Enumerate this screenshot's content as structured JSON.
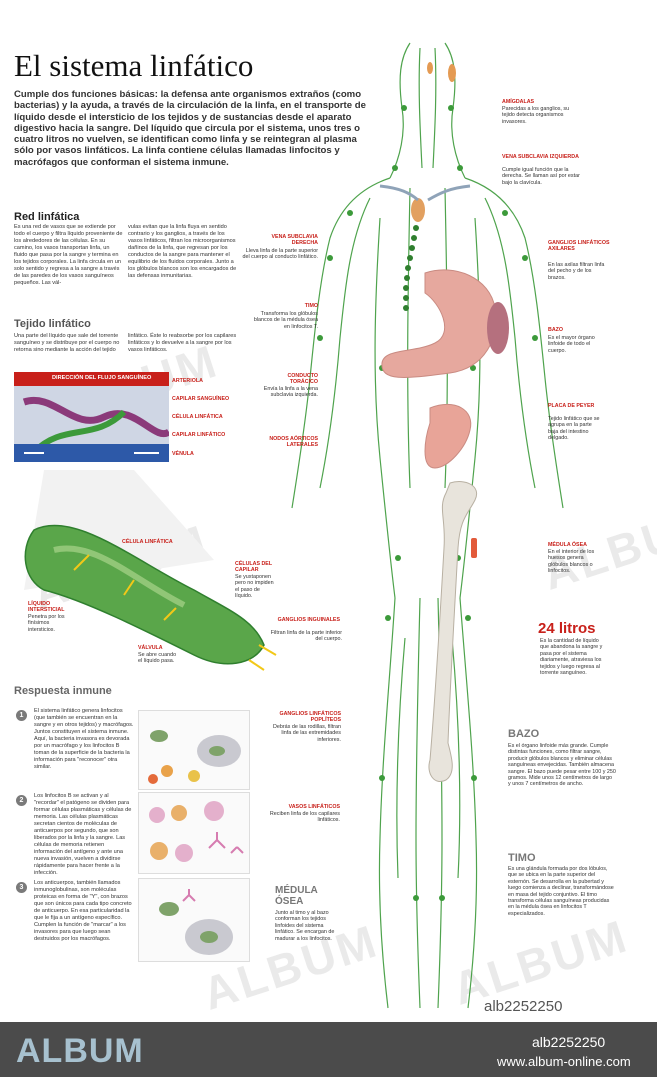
{
  "title": "El sistema linfático",
  "intro": "Cumple dos funciones básicas: la defensa ante organismos extraños (como bacterias) y la ayuda, a través de la circulación de la linfa, en el transporte de líquido desde el intersticio de los tejidos y de sustancias desde el aparato digestivo hacia la sangre. Del líquido que circula por el sistema, unos tres o cuatro litros no vuelven, se identifican como linfa y se reintegran al plasma sólo por vasos linfáticos. La linfa contiene células llamadas linfocitos y macrófagos que conforman el sistema inmune.",
  "red": {
    "heading": "Red linfática",
    "col1": "Es una red de vasos que se extiende por todo el cuerpo y filtra líquido proveniente de los alrededores de las células. En su camino, los vasos transportan linfa, un fluido que pasa por la sangre y termina en los tejidos corporales. La linfa circula en un solo sentido y regresa a la sangre a través de las paredes de los vasos sanguíneos pequeños. Las vál-",
    "col2": "vulas evitan que la linfa fluya en sentido contrario y los ganglios, a través de los vasos linfáticos, filtran los microorganismos dañinos de la linfa, que regresan por los conductos de la sangre para mantener el equilibrio de los fluidos corporales. Junto a los glóbulos blancos son los encargados de las defensas inmunitarias."
  },
  "tejido": {
    "heading": "Tejido linfático",
    "col1": "Una parte del líquido que sale del torrente sanguíneo y se distribuye por el cuerpo no retorna sino mediante la acción del tejido",
    "col2": "linfático. Éste lo reabsorbe por los capilares linfáticos y lo devuelve a la sangre por los vasos linfáticos."
  },
  "flow": {
    "banner": "DIRECCIÓN DEL FLUJO SANGUÍNEO",
    "arteriola": "ARTERIOLA",
    "capilar_sanguineo": "CAPILAR SANGUÍNEO",
    "celula_linfatica": "CÉLULA LINFÁTICA",
    "capilar_linfatico": "CAPILAR LINFÁTICO",
    "venula": "VÉNULA"
  },
  "tissue": {
    "celula_linfatica": "CÉLULA LINFÁTICA",
    "celulas_capilar_label": "CÉLULAS DEL CAPILAR",
    "celulas_capilar_desc": "Se yuxtaponen pero no impiden el paso de líquido.",
    "liquido_label": "LÍQUIDO INTERSTICIAL",
    "liquido_desc": "Penetra por los finísimos intersticios.",
    "valvula_label": "VÁLVULA",
    "valvula_desc": "Se abre cuando el líquido pasa."
  },
  "respuesta": {
    "heading": "Respuesta inmune",
    "steps": [
      {
        "n": "1",
        "text": "El sistema linfático genera linfocitos (que también se encuentran en la sangre y en otros tejidos) y macrófagos. Juntos constituyen el sistema inmune. Aquí, la bacteria invasora es devorada por un macrófago y los linfocitos B toman de la superficie de la bacteria la información para \"reconocer\" otra similar."
      },
      {
        "n": "2",
        "text": "Los linfocitos B se activan y al \"recordar\" el patógeno se dividen para formar células plasmáticas y células de memoria. Las células plasmáticas secretan cientos de moléculas de anticuerpos por segundo, que son liberados por la linfa y la sangre. Las células de memoria retienen información del antígeno y ante una nueva invasión, vuelven a dividirse rápidamente para hacer frente a la infección."
      },
      {
        "n": "3",
        "text": "Los anticuerpos, también llamados inmunoglobulinas, son moléculas proteicas en forma de \"Y\", con brazos que son únicos para cada tipo concreto de anticuerpo. En esa particularidad la que le fija a un antígeno específico. Cumplen la función de \"marcar\" a los invasores para que luego sean destruidos por los macrófagos."
      }
    ]
  },
  "labels_left": [
    {
      "name": "VENA SUBCLAVIA DERECHA",
      "desc": "Lleva linfa de la parte superior del cuerpo al conducto linfático."
    },
    {
      "name": "TIMO",
      "desc": "Transforma los glóbulos blancos de la médula ósea en linfocitos T."
    },
    {
      "name": "CONDUCTO TORÁCICO",
      "desc": "Envía la linfa a la vena subclavia izquierda."
    },
    {
      "name": "NODOS AÓRTICOS LATERALES",
      "desc": ""
    },
    {
      "name": "GANGLIOS INGUINALES",
      "desc": "Filtran linfa de la parte inferior del cuerpo."
    },
    {
      "name": "GANGLIOS LINFÁTICOS POPLÍTEOS",
      "desc": "Debrás de las rodillas, filtran linfa de las extremidades inferiores."
    },
    {
      "name": "VASOS LINFÁTICOS",
      "desc": "Reciben linfa de los capilares linfáticos."
    }
  ],
  "labels_right": [
    {
      "name": "AMÍGDALAS",
      "desc": "Parecidas a los ganglios, su tejido detecta organismos invasores."
    },
    {
      "name": "VENA SUBCLAVIA IZQUIERDA",
      "desc": "Cumple igual función que la derecha. Se llaman así por estar bajo la clavícula."
    },
    {
      "name": "GANGLIOS LINFÁTICOS AXILARES",
      "desc": "En las axilas filtran linfa del pecho y de los brazos."
    },
    {
      "name": "BAZO",
      "desc": "Es el mayor órgano linfoide de todo el cuerpo."
    },
    {
      "name": "PLACA DE PEYER",
      "desc": "Tejido linfático que se agrupa en la parte baja del intestino delgado."
    },
    {
      "name": "MÉDULA ÓSEA",
      "desc": "En el interior de los huesos genera glóbulos blancos o linfocitos."
    }
  ],
  "litros": {
    "heading": "24 litros",
    "text": "Es la cantidad de líquido que abandona la sangre y pasa por el sistema diariamente, atraviesa los tejidos y luego regresa al torrente sanguíneo."
  },
  "bazo": {
    "heading": "BAZO",
    "text": "Es el órgano linfoide más grande. Cumple distintas funciones, como filtrar sangre, producir glóbulos blancos y eliminar células sanguíneas envejecidas. También almacena sangre. El bazo puede pesar entre 100 y 250 gramos. Mide unos 12 centímetros de largo y unos 7 centímetros de ancho."
  },
  "timo": {
    "heading": "TIMO",
    "text": "Es una glándula formada por dos lóbulos, que se ubica en la parte superior del esternón. Se desarrolla en la pubertad y luego comienza a declinar, transformándose en masa del tejido conjuntivo. El timo transforma células sanguíneas producidas en la médula ósea en linfocitos T especializados."
  },
  "medula": {
    "heading": "MÉDULA ÓSEA",
    "text": "Junto al timo y al bazo conforman los tejidos linfoides del sistema linfático. Se encargan de madurar a los linfocitos."
  },
  "footer": {
    "code_top": "alb2252250",
    "logo": "ALBUM",
    "code": "alb2252250",
    "url": "www.album-online.com"
  },
  "watermark": "ALBUM",
  "colors": {
    "accent_red": "#c8201a",
    "lymph_green": "#3c9a3a",
    "footer_bg": "#4b4b4b"
  }
}
